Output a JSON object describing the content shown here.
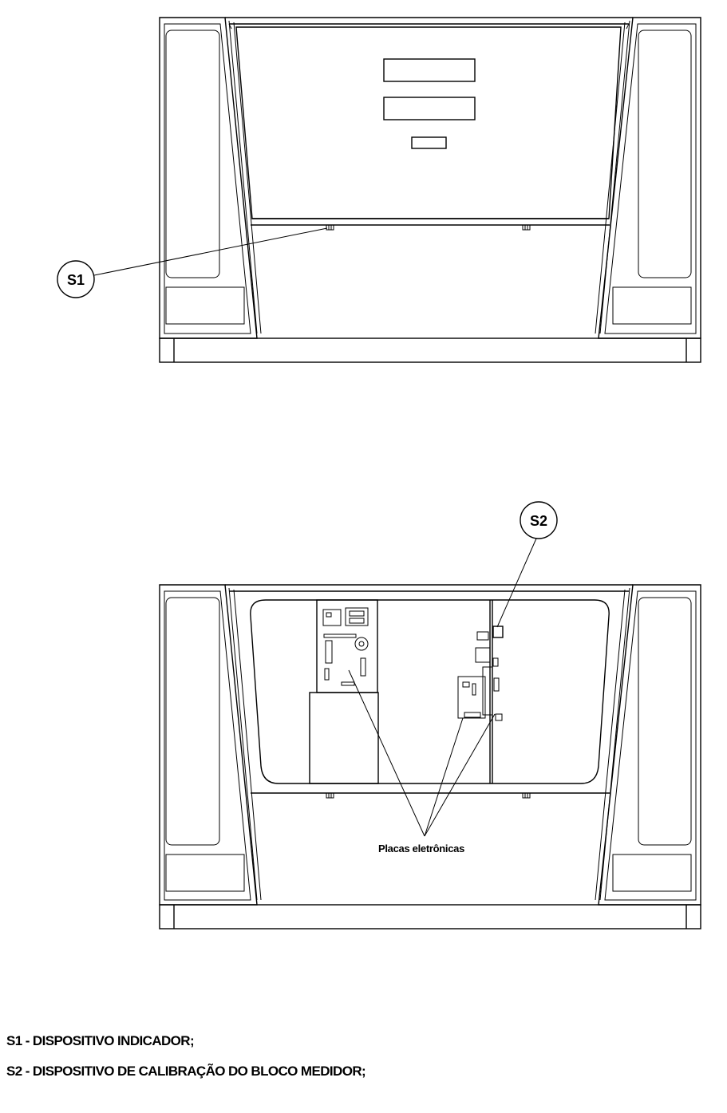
{
  "labels": {
    "s1": "S1",
    "s2": "S2",
    "electronic_boards": "Placas eletrônicas"
  },
  "legend": {
    "s1": "S1 - DISPOSITIVO INDICADOR;",
    "s2": "S2 - DISPOSITIVO DE CALIBRAÇÃO DO BLOCO MEDIDOR;"
  }
}
